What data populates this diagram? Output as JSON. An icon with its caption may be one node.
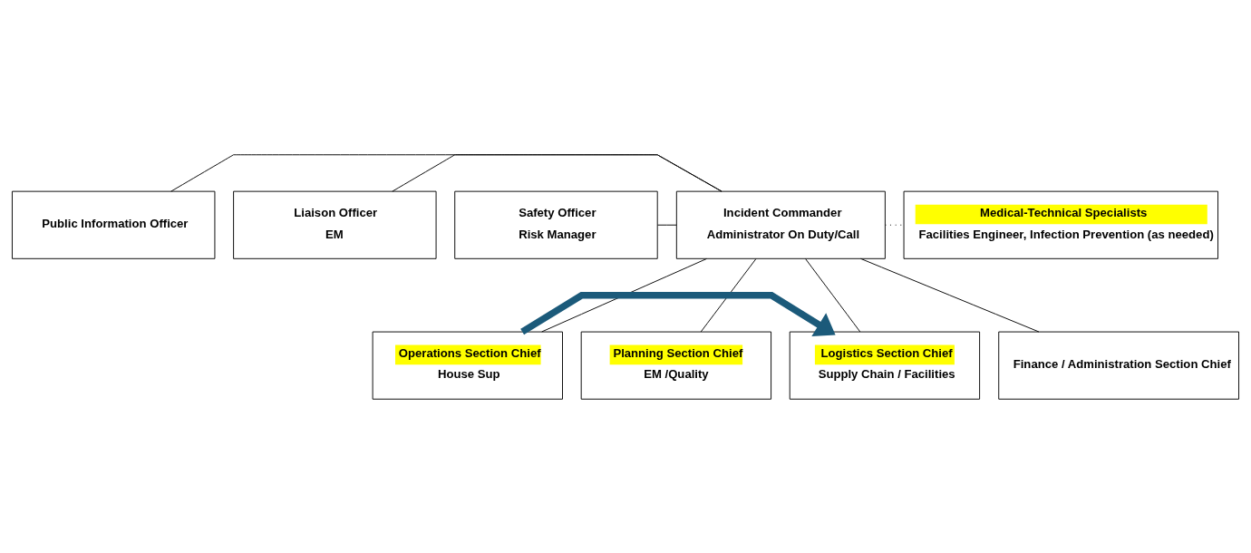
{
  "diagram": {
    "nodes": [
      {
        "text": [
          "Public Information Officer"
        ]
      },
      {
        "text": [
          "Liaison Officer",
          "EM"
        ]
      },
      {
        "text": [
          "Safety Officer",
          "Risk Manager"
        ]
      },
      {
        "text": [
          "Incident Commander",
          "Administrator On Duty/Call"
        ]
      },
      {
        "text": [
          "Medical-Technical Specialists",
          "Facilities Engineer, Infection Prevention (as needed)"
        ]
      },
      {
        "text": [
          "Operations Section Chief",
          "House Sup"
        ]
      },
      {
        "text": [
          "Planning Section Chief",
          "EM /Quality"
        ]
      },
      {
        "text": [
          "Logistics Section Chief",
          "Supply Chain / Facilities"
        ]
      },
      {
        "text": [
          "Finance / Administration Section Chief"
        ]
      }
    ],
    "edges": [
      {
        "from": 0,
        "to": 3,
        "arrow": "none"
      },
      {
        "from": 1,
        "to": 3,
        "arrow": "none"
      },
      {
        "from": 2,
        "to": 3,
        "arrow": "none"
      },
      {
        "from": 3,
        "to": 4,
        "arrow": "none",
        "style": "dashed"
      },
      {
        "from": 3,
        "to": 5,
        "arrow": "none"
      },
      {
        "from": 3,
        "to": 6,
        "arrow": "none"
      },
      {
        "from": 3,
        "to": 7,
        "arrow": "none"
      },
      {
        "from": 3,
        "to": 8,
        "arrow": "none"
      },
      {
        "from": 5,
        "to": 7,
        "arrow": "to",
        "style": "thick",
        "color": "#1b5a7a"
      }
    ]
  }
}
